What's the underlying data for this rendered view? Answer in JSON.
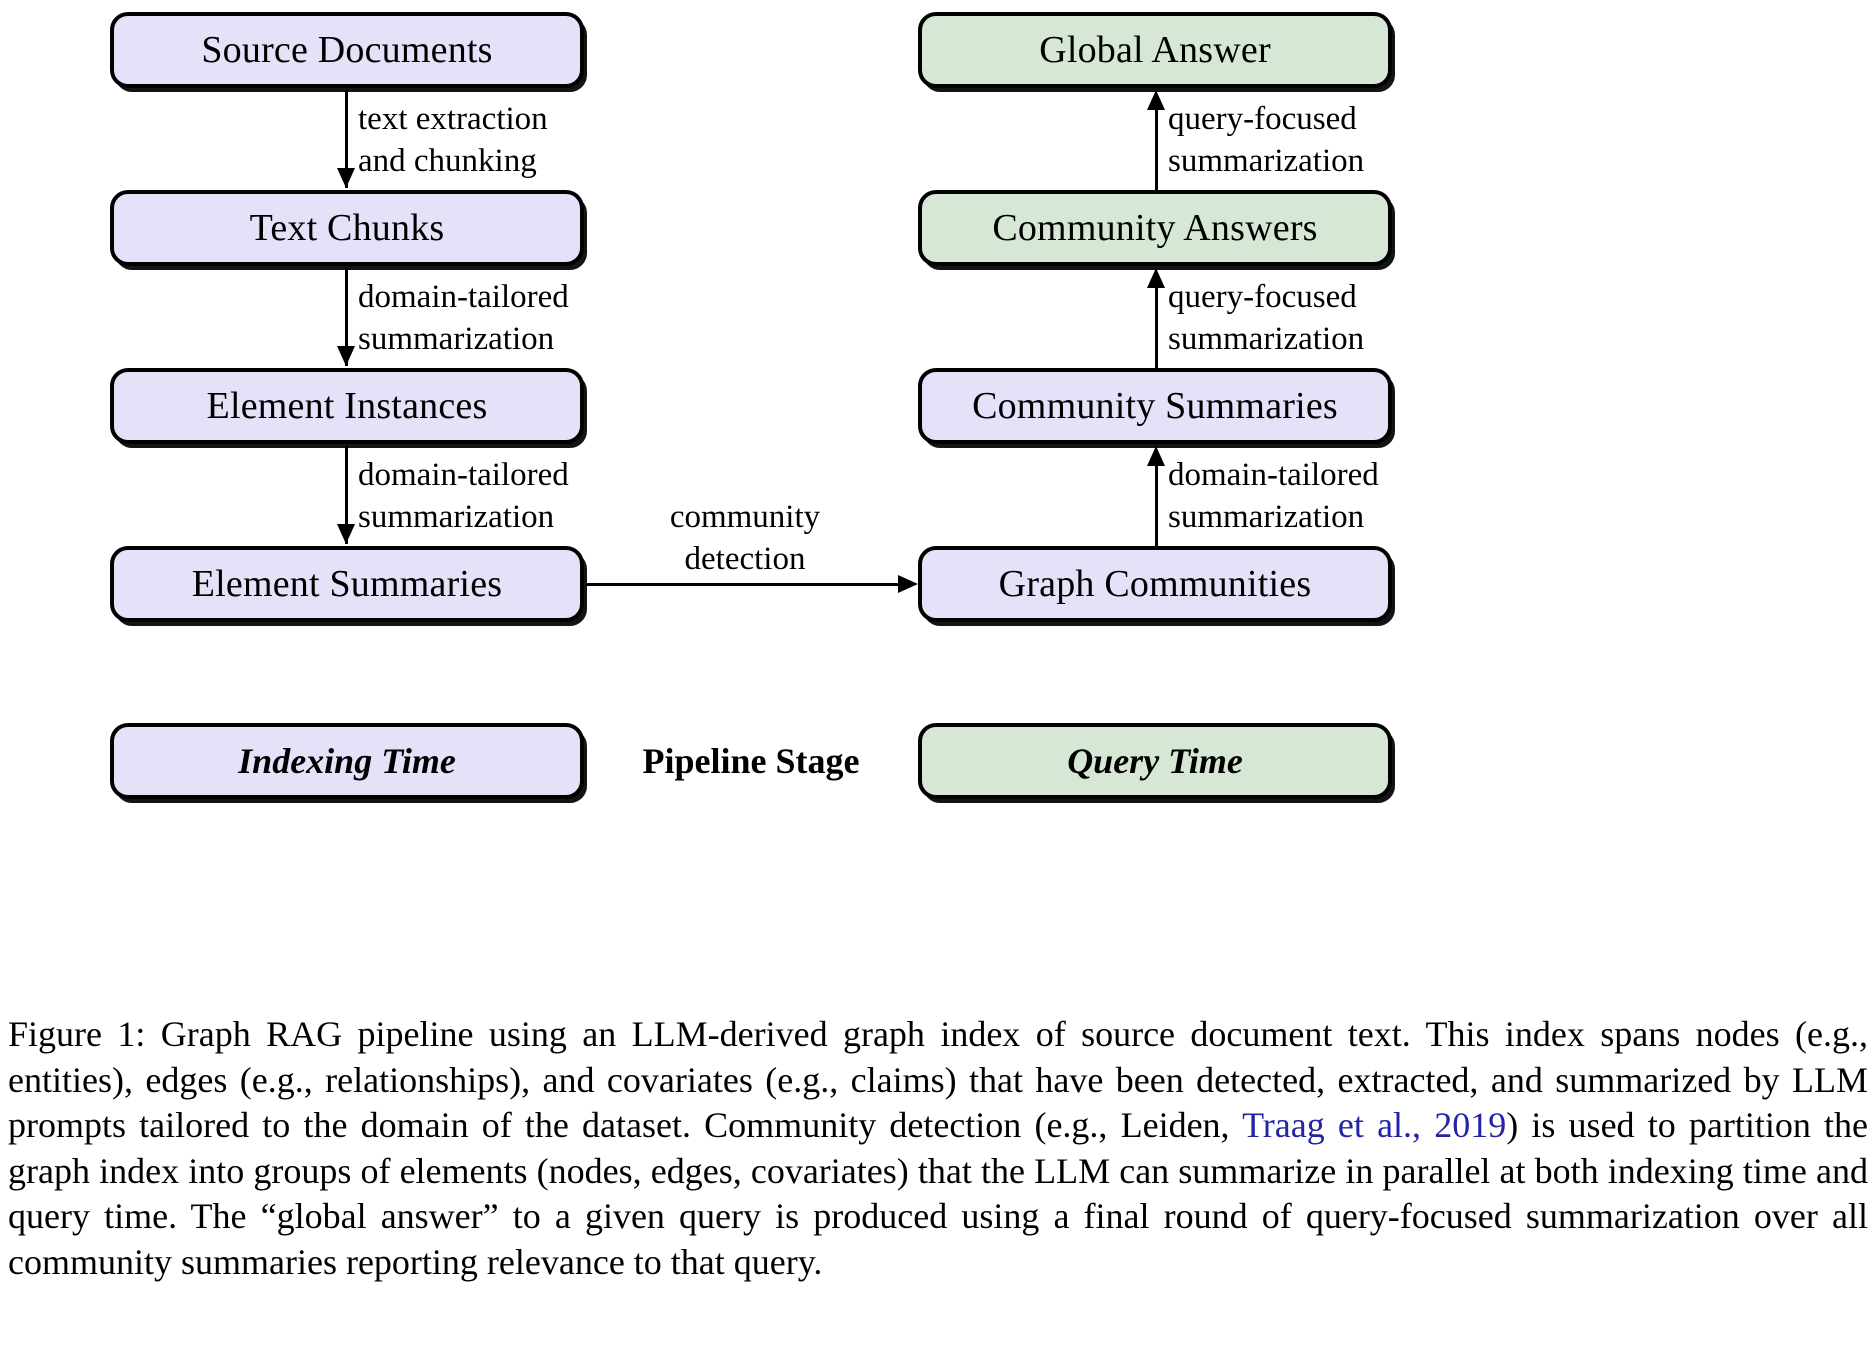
{
  "figure": {
    "nodes": {
      "source_documents": "Source Documents",
      "text_chunks": "Text Chunks",
      "element_instances": "Element Instances",
      "element_summaries": "Element Summaries",
      "graph_communities": "Graph Communities",
      "community_summaries": "Community Summaries",
      "community_answers": "Community Answers",
      "global_answer": "Global Answer"
    },
    "edges": {
      "text_extraction_l1": "text extraction",
      "text_extraction_l2": "and chunking",
      "domain_tailored_l1": "domain-tailored",
      "domain_tailored_l2": "summarization",
      "domain_tailored2_l1": "domain-tailored",
      "domain_tailored2_l2": "summarization",
      "community_detection_l1": "community",
      "community_detection_l2": "detection",
      "domain_tailored3_l1": "domain-tailored",
      "domain_tailored3_l2": "summarization",
      "query_focused_l1": "query-focused",
      "query_focused_l2": "summarization",
      "query_focused2_l1": "query-focused",
      "query_focused2_l2": "summarization"
    },
    "legend": {
      "indexing_time": "Indexing Time",
      "pipeline_stage": "Pipeline Stage",
      "query_time": "Query Time"
    },
    "colors": {
      "indexing_fill": "#e3e2f9",
      "query_fill": "#d6e7d6",
      "border": "#000000",
      "citation_link": "#2323a8"
    }
  },
  "caption": {
    "part1": "Figure 1: Graph RAG pipeline using an LLM-derived graph index of source document text. This index spans nodes (e.g., entities), edges (e.g., relationships), and covariates (e.g., claims) that have been detected, extracted, and summarized by LLM prompts tailored to the domain of the dataset. Community detection (e.g., Leiden, ",
    "citation": "Traag et al., 2019",
    "part2": ") is used to partition the graph index into groups of elements (nodes, edges, covariates) that the LLM can summarize in parallel at both indexing time and query time. The “global answer” to a given query is produced using a final round of query-focused summarization over all community summaries reporting relevance to that query."
  }
}
